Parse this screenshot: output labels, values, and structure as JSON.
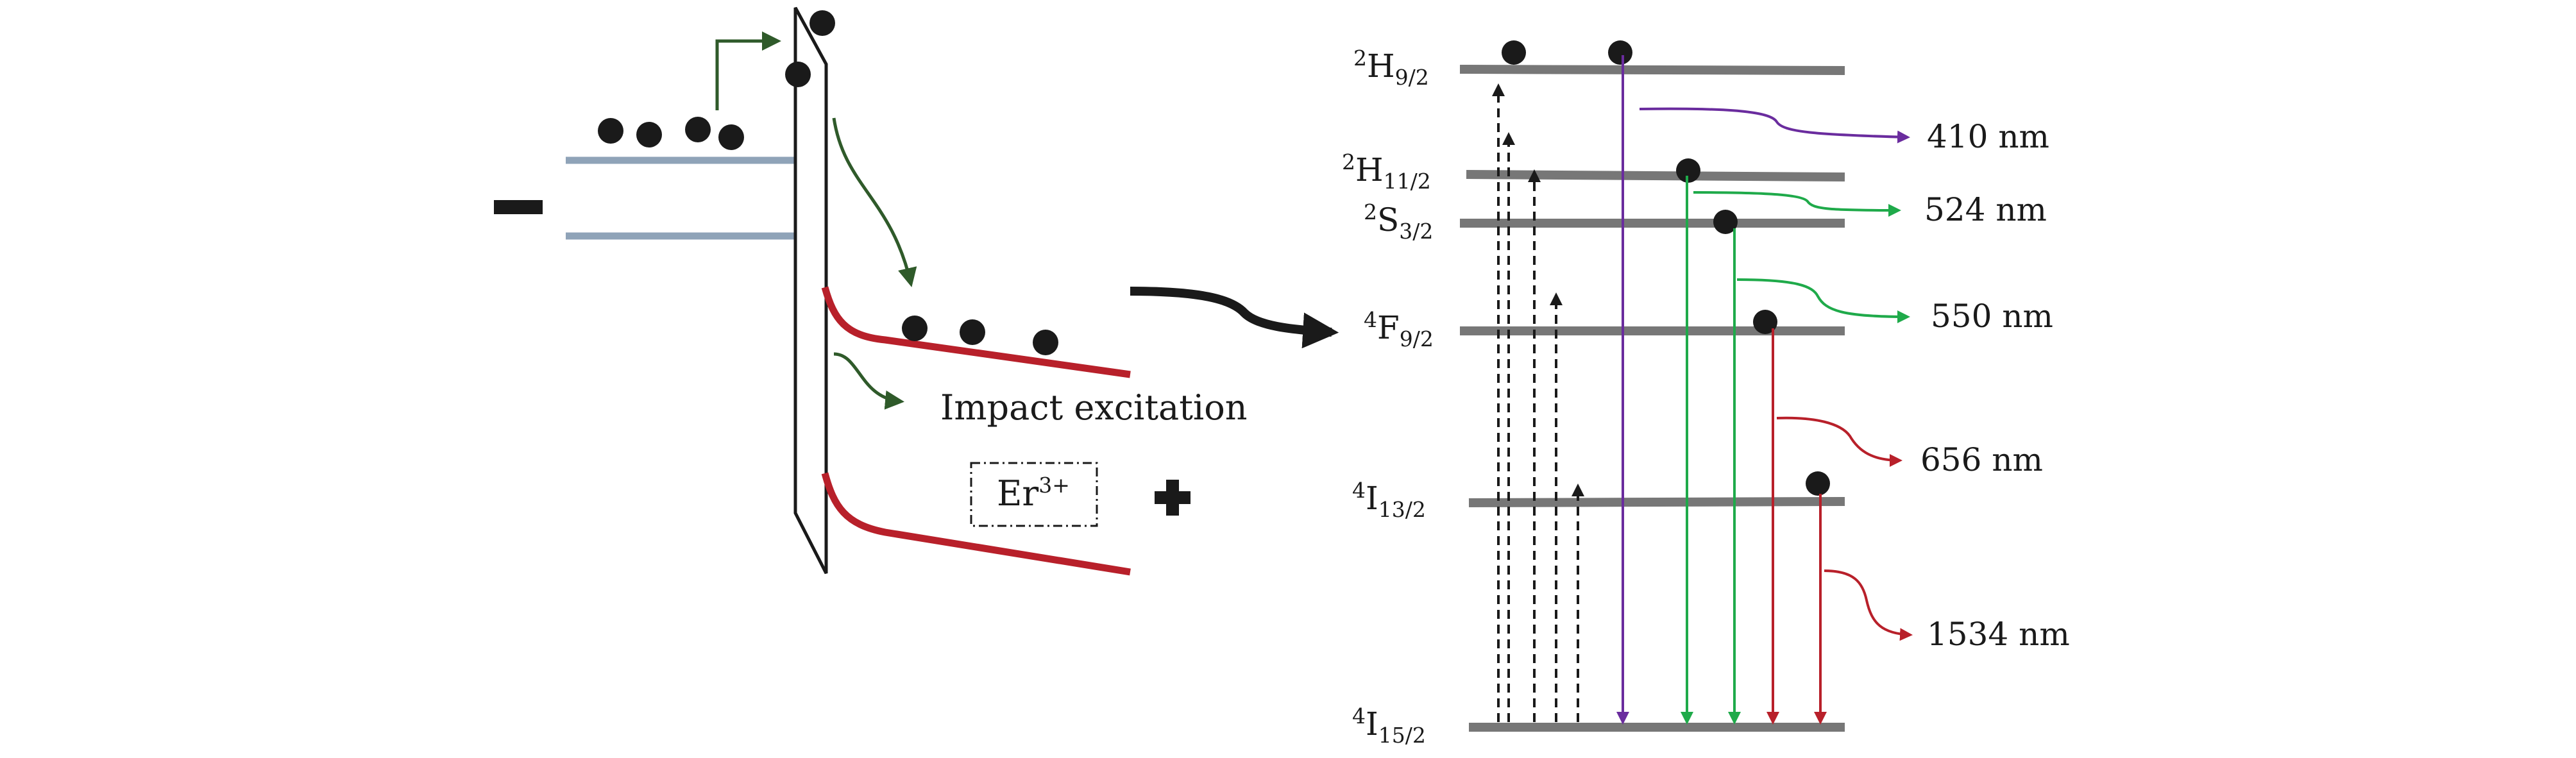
{
  "left_panel": {
    "minus_sign": "−",
    "plus_sign": "+",
    "impact_label": "Impact excitation",
    "ion_label": {
      "base": "Er",
      "sup": "3+"
    }
  },
  "levels": [
    {
      "id": "2H9/2",
      "sup": "2",
      "base": "H",
      "sub": "9/2"
    },
    {
      "id": "2H11/2",
      "sup": "2",
      "base": "H",
      "sub": "11/2"
    },
    {
      "id": "2S3/2",
      "sup": "2",
      "base": "S",
      "sub": "3/2"
    },
    {
      "id": "4F9/2",
      "sup": "4",
      "base": "F",
      "sub": "9/2"
    },
    {
      "id": "4I13/2",
      "sup": "4",
      "base": "I",
      "sub": "13/2"
    },
    {
      "id": "4I15/2",
      "sup": "4",
      "base": "I",
      "sub": "15/2"
    }
  ],
  "emissions": [
    {
      "label": "410 nm",
      "color": "#6a2c9e"
    },
    {
      "label": "524 nm",
      "color": "#1faa4a"
    },
    {
      "label": "550 nm",
      "color": "#1faa4a"
    },
    {
      "label": "656 nm",
      "color": "#b8202a"
    },
    {
      "label": "1534 nm",
      "color": "#b8202a"
    }
  ],
  "colors": {
    "band_blue": "#8fa3b8",
    "band_red": "#b8202a",
    "level_gray": "#777777",
    "arrow_green": "#2f5a2a",
    "electron": "#1a1a1a"
  }
}
